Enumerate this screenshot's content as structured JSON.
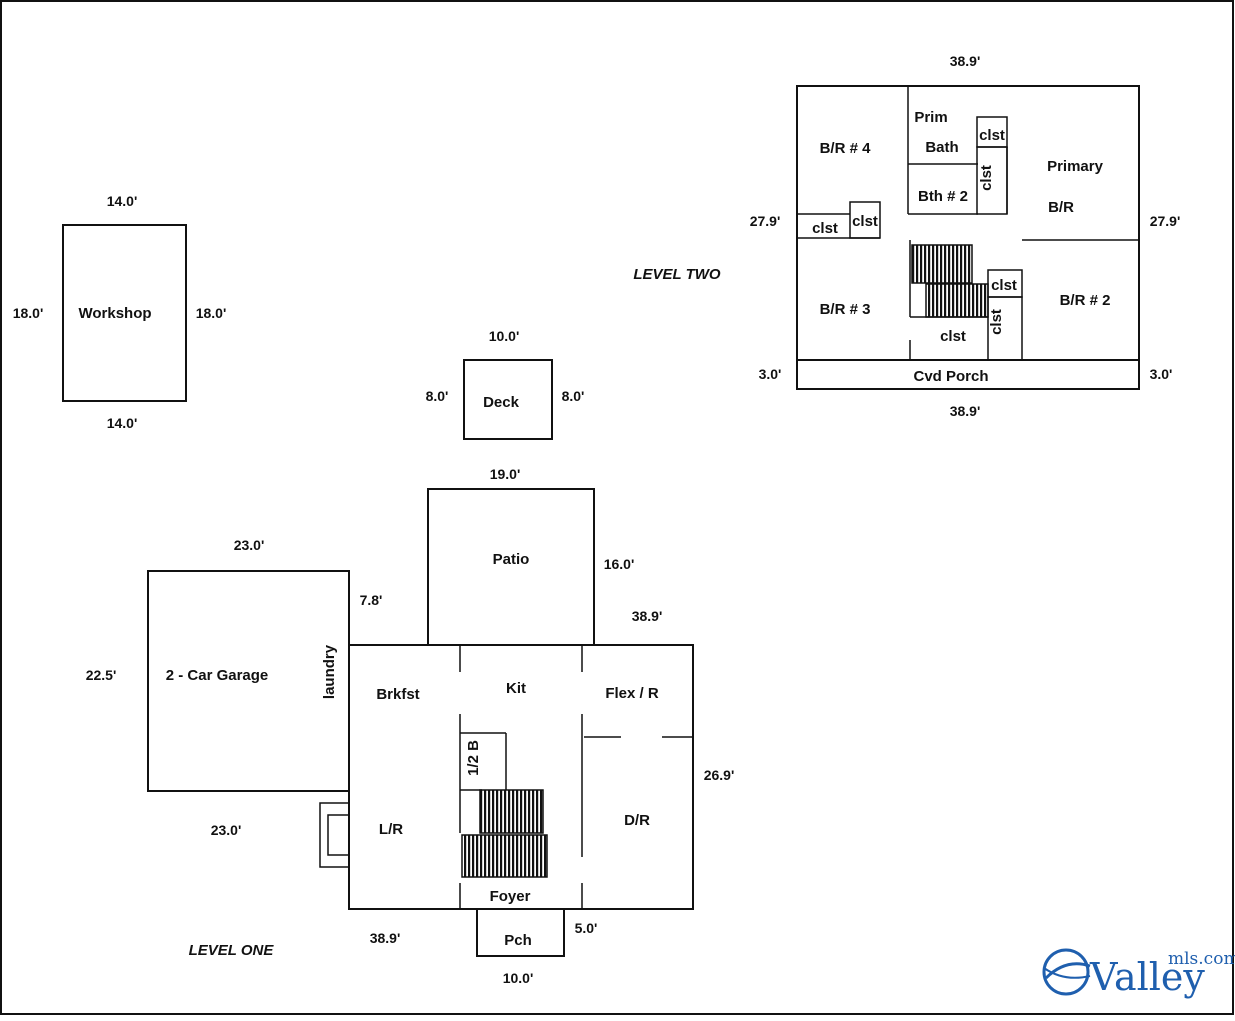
{
  "labels": {
    "workshop": "Workshop",
    "deck": "Deck",
    "patio": "Patio",
    "garage": "2 - Car Garage",
    "laundry": "laundry",
    "brkfst": "Brkfst",
    "kit": "Kit",
    "flex": "Flex / R",
    "half_bath": "1/2 B",
    "lr": "L/R",
    "dr": "D/R",
    "foyer": "Foyer",
    "pch": "Pch",
    "br4": "B/R # 4",
    "prim": "Prim",
    "bath": "Bath",
    "bth2": "Bth # 2",
    "primary": "Primary",
    "br": "B/R",
    "br3": "B/R # 3",
    "br2": "B/R # 2",
    "clst": "clst",
    "cvd_porch": "Cvd Porch"
  },
  "levels": {
    "one": "LEVEL ONE",
    "two": "LEVEL TWO"
  },
  "dims": {
    "workshop_top": "14.0'",
    "workshop_bottom": "14.0'",
    "workshop_left": "18.0'",
    "workshop_right": "18.0'",
    "deck_top": "10.0'",
    "deck_left": "8.0'",
    "deck_right": "8.0'",
    "patio_top": "19.0'",
    "patio_right": "16.0'",
    "garage_top": "23.0'",
    "garage_bottom": "23.0'",
    "garage_left": "22.5'",
    "garage_jog": "7.8'",
    "main_top": "38.9'",
    "main_right": "26.9'",
    "main_bottom": "38.9'",
    "porch_right": "5.0'",
    "porch_bottom": "10.0'",
    "up_top": "38.9'",
    "up_left": "27.9'",
    "up_right": "27.9'",
    "porch_left": "3.0'",
    "porch_right2": "3.0'",
    "up_bottom": "38.9'"
  },
  "logo": {
    "text": "Valley",
    "superscript": "mls.com",
    "color": "#1f5fae"
  }
}
